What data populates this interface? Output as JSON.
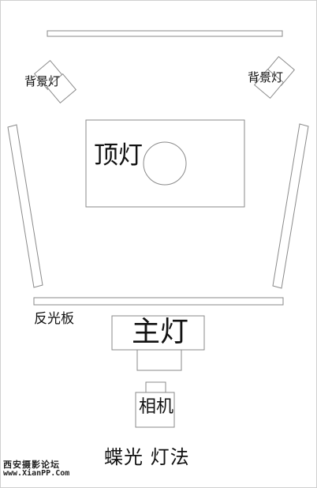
{
  "labels": {
    "backlight_left": "背景灯",
    "backlight_right": "背景灯",
    "top_light": "顶灯",
    "reflector": "反光板",
    "key_light": "主灯",
    "camera": "相机",
    "method": "蝶光 灯法"
  },
  "watermark": {
    "site_name": "西安摄影论坛",
    "url": "www.XianPP.Com"
  }
}
